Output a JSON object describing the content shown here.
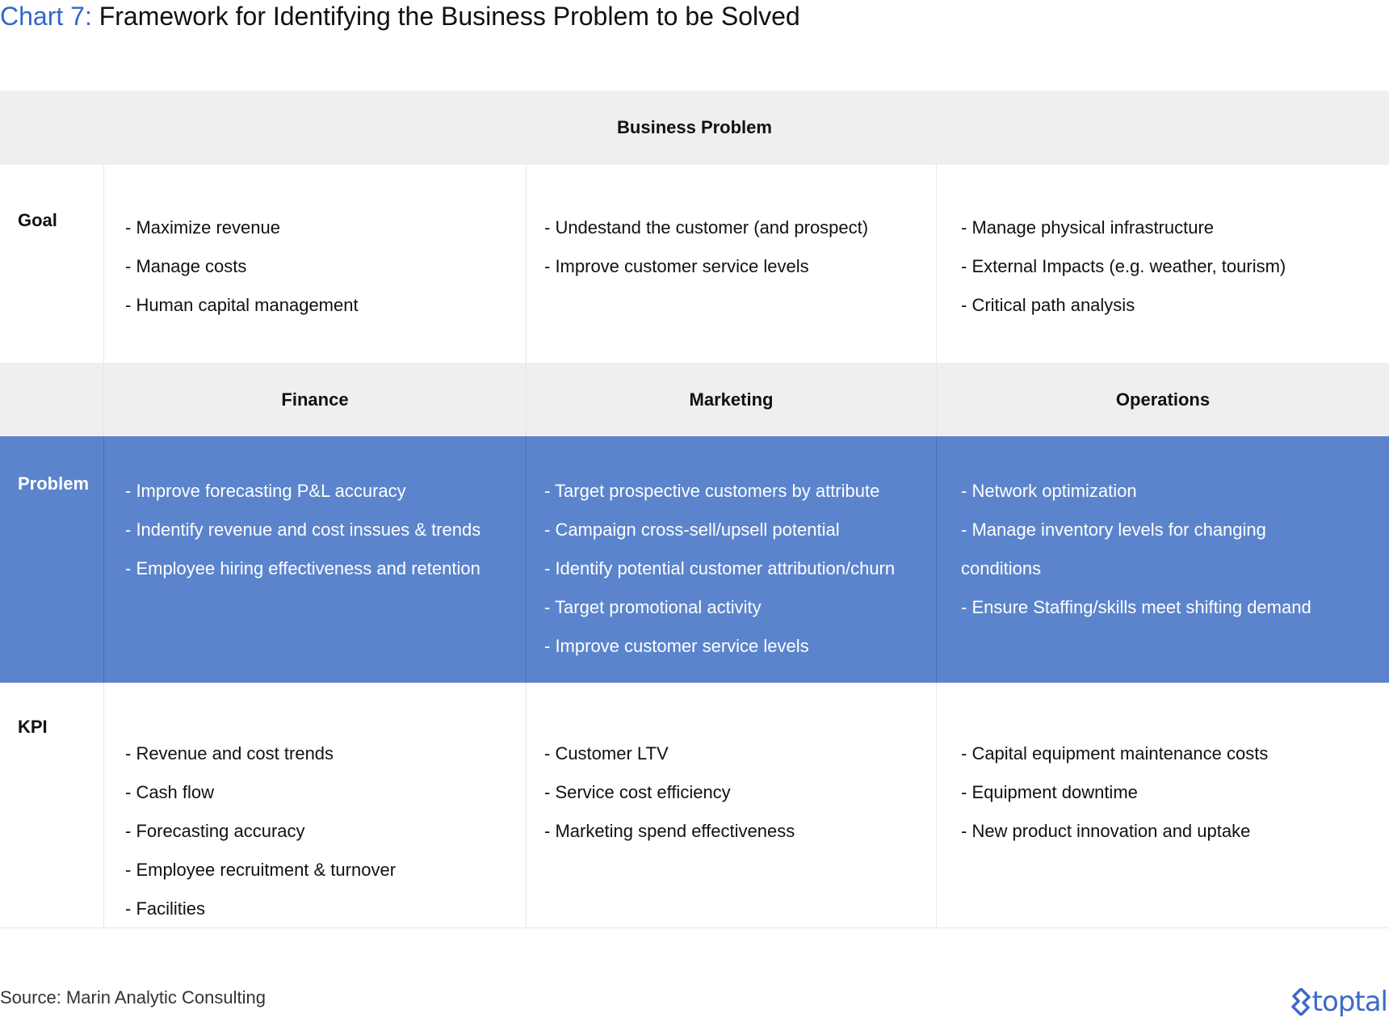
{
  "title": {
    "prefix": "Chart 7:",
    "text": "Framework for Identifying the Business Problem to be Solved"
  },
  "header": "Business Problem",
  "rows": {
    "goal": "Goal",
    "problem": "Problem",
    "kpi": "KPI"
  },
  "departments": [
    "Finance",
    "Marketing",
    "Operations"
  ],
  "goals": [
    [
      "- Maximize revenue",
      "- Manage costs",
      "- Human capital management"
    ],
    [
      "- Undestand the customer (and prospect)",
      "- Improve customer service levels"
    ],
    [
      "- Manage physical infrastructure",
      "- External Impacts (e.g. weather, tourism)",
      "- Critical path analysis"
    ]
  ],
  "problems": [
    [
      "- Improve forecasting P&L accuracy",
      "- Indentify revenue and cost inssues & trends",
      "- Employee hiring effectiveness and retention"
    ],
    [
      "- Target prospective customers by attribute",
      "- Campaign cross-sell/upsell potential",
      "- Identify potential customer attribution/churn",
      "- Target promotional activity",
      "- Improve customer service levels"
    ],
    [
      "- Network optimization",
      "- Manage inventory levels for changing",
      "conditions",
      "- Ensure Staffing/skills meet shifting demand"
    ]
  ],
  "kpis": [
    [
      "- Revenue and cost trends",
      "- Cash flow",
      "- Forecasting accuracy",
      "- Employee recruitment & turnover",
      "- Facilities"
    ],
    [
      "- Customer LTV",
      "- Service cost efficiency",
      "- Marketing spend effectiveness"
    ],
    [
      "- Capital equipment maintenance costs",
      "- Equipment downtime",
      "- New product innovation and uptake"
    ]
  ],
  "source": "Source: Marin Analytic Consulting",
  "logo": {
    "text": "toptal",
    "icon": "toptal-logo-icon"
  },
  "colors": {
    "accent": "#3366cc",
    "problem_band": "#5b84cc",
    "header_band": "#efefef"
  }
}
